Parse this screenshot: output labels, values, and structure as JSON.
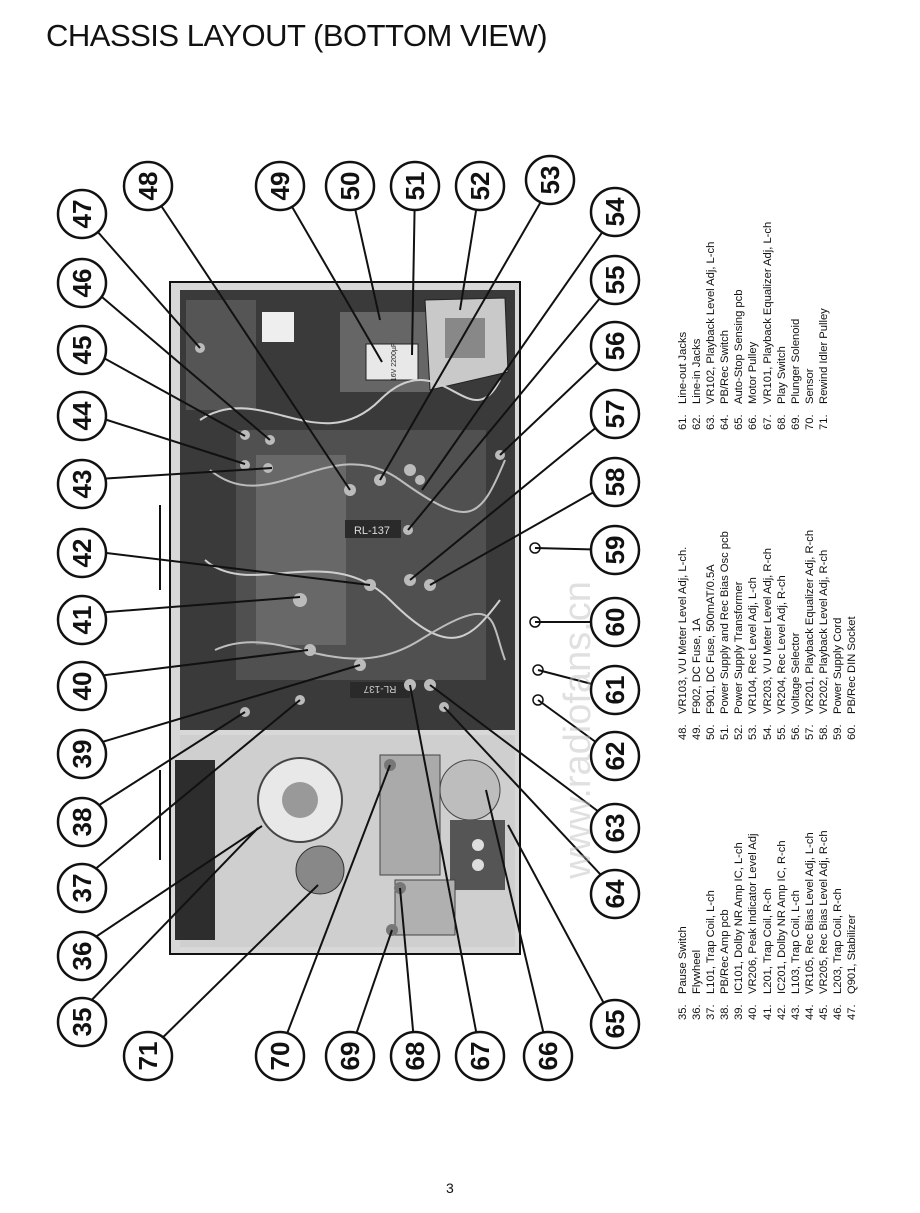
{
  "page": {
    "title": "CHASSIS LAYOUT (BOTTOM VIEW)",
    "page_number": "3",
    "watermark": "www.radiofans.cn"
  },
  "callouts": [
    "35",
    "36",
    "37",
    "38",
    "39",
    "40",
    "41",
    "42",
    "43",
    "44",
    "45",
    "46",
    "47",
    "48",
    "49",
    "50",
    "51",
    "52",
    "53",
    "54",
    "55",
    "56",
    "57",
    "58",
    "59",
    "60",
    "61",
    "62",
    "63",
    "64",
    "65",
    "66",
    "67",
    "68",
    "69",
    "70",
    "71"
  ],
  "photo_marks": {
    "pcb_label_top": "RL-137",
    "pcb_label_bottom": "RL-137",
    "capacitor_label": "16V 2200µF"
  },
  "legend": {
    "col1": [
      {
        "num": "35.",
        "text": "Pause Switch"
      },
      {
        "num": "36.",
        "text": "Flywheel"
      },
      {
        "num": "37.",
        "text": "L101, Trap Coil, L-ch"
      },
      {
        "num": "38.",
        "text": "PB/Rec Amp pcb"
      },
      {
        "num": "39.",
        "text": "IC101, Dolby NR Amp IC, L-ch"
      },
      {
        "num": "40.",
        "text": "VR206, Peak Indicator Level Adj"
      },
      {
        "num": "41.",
        "text": "L201, Trap Coil, R-ch"
      },
      {
        "num": "42.",
        "text": "IC201, Dolby NR Amp IC, R-ch"
      },
      {
        "num": "43.",
        "text": "L103, Trap Coil, L-ch"
      },
      {
        "num": "44.",
        "text": "VR105, Rec Bias Level Adj, L-ch"
      },
      {
        "num": "45.",
        "text": "VR205, Rec Bias Level Adj, R-ch"
      },
      {
        "num": "46.",
        "text": "L203, Trap Coil, R-ch"
      },
      {
        "num": "47.",
        "text": "Q901, Stabilizer"
      }
    ],
    "col2": [
      {
        "num": "48.",
        "text": "VR103, VU Meter Level Adj, L-ch."
      },
      {
        "num": "49.",
        "text": "F902, DC Fuse, 1A"
      },
      {
        "num": "50.",
        "text": "F901, DC Fuse, 500mAT/0.5A"
      },
      {
        "num": "51.",
        "text": "Power Supply and Rec Bias Osc pcb"
      },
      {
        "num": "52.",
        "text": "Power Supply Transformer"
      },
      {
        "num": "53.",
        "text": "VR104, Rec Level Adj, L-ch"
      },
      {
        "num": "54.",
        "text": "VR203, VU Meter Level Adj, R-ch"
      },
      {
        "num": "55.",
        "text": "VR204, Rec Level Adj, R-ch"
      },
      {
        "num": "56.",
        "text": "Voltage Selector"
      },
      {
        "num": "57.",
        "text": "VR201, Playback Equalizer Adj, R-ch"
      },
      {
        "num": "58.",
        "text": "VR202, Playback Level Adj, R-ch"
      },
      {
        "num": "59.",
        "text": "Power Supply Cord"
      },
      {
        "num": "60.",
        "text": "PB/Rec DIN Socket"
      }
    ],
    "col3": [
      {
        "num": "61.",
        "text": "Line-out Jacks"
      },
      {
        "num": "62.",
        "text": "Line-in Jacks"
      },
      {
        "num": "63.",
        "text": "VR102, Playback Level Adj, L-ch"
      },
      {
        "num": "64.",
        "text": "PB/Rec Switch"
      },
      {
        "num": "65.",
        "text": "Auto-Stop Sensing pcb"
      },
      {
        "num": "66.",
        "text": "Motor Pulley"
      },
      {
        "num": "67.",
        "text": "VR101, Playback Equalizer Adj, L-ch"
      },
      {
        "num": "68.",
        "text": "Play Switch"
      },
      {
        "num": "69.",
        "text": "Plunger Solenoid"
      },
      {
        "num": "70.",
        "text": "Sensor"
      },
      {
        "num": "71.",
        "text": "Rewind Idler Pulley"
      }
    ]
  }
}
